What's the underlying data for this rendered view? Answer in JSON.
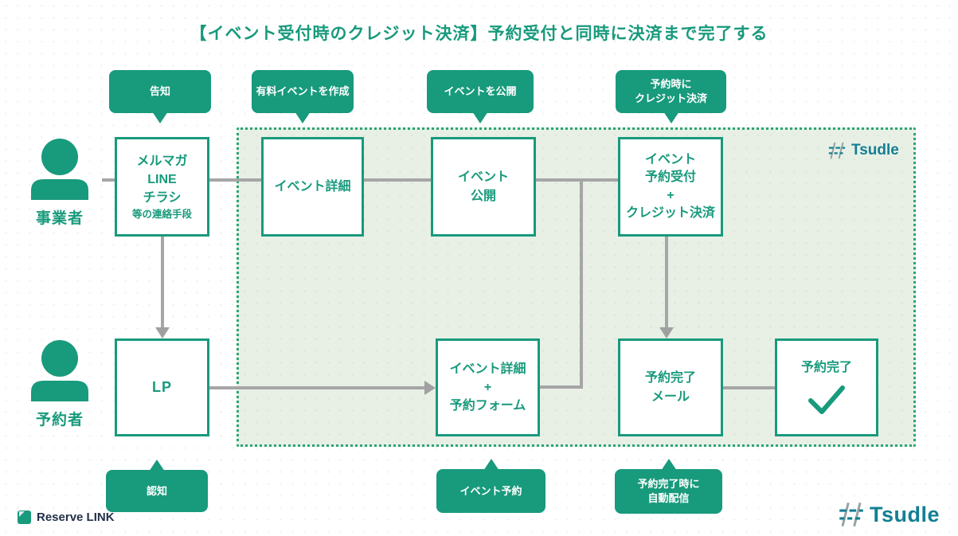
{
  "title": "【イベント受付時のクレジット決済】予約受付と同時に決済まで完了する",
  "colors": {
    "primary": "#189a7c",
    "region_bg": "#e8f0e6",
    "region_border": "#2ba575",
    "connector": "#a6a6a6",
    "tsudle": "#137f93",
    "reserve_navy": "#22304a"
  },
  "actors": {
    "business": {
      "label": "事業者"
    },
    "customer": {
      "label": "予約者"
    }
  },
  "callouts": {
    "top": [
      {
        "label": "告知"
      },
      {
        "label": "有料イベントを作成"
      },
      {
        "label": "イベントを公開"
      },
      {
        "lines": [
          "予約時に",
          "クレジット決済"
        ]
      }
    ],
    "bottom": [
      {
        "label": "認知"
      },
      {
        "label": "イベント予約"
      },
      {
        "lines": [
          "予約完了時に",
          "自動配信"
        ]
      }
    ]
  },
  "boxes": {
    "contact": {
      "lines": [
        "メルマガ",
        "LINE",
        "チラシ"
      ],
      "sub": "等の連絡手段"
    },
    "event_detail": {
      "label": "イベント詳細"
    },
    "event_publish": {
      "lines": [
        "イベント",
        "公開"
      ]
    },
    "reservation_payment": {
      "lines": [
        "イベント",
        "予約受付",
        "+",
        "クレジット決済"
      ]
    },
    "lp": {
      "label": "LP"
    },
    "detail_form": {
      "lines": [
        "イベント詳細",
        "+",
        "予約フォーム"
      ]
    },
    "complete_mail": {
      "lines": [
        "予約完了",
        "メール"
      ]
    },
    "complete": {
      "label": "予約完了",
      "icon": "checkmark"
    }
  },
  "logos": {
    "tsudle_inner": "Tsudle",
    "tsudle_footer": "Tsudle",
    "reserve_link": "Reserve LINK"
  }
}
